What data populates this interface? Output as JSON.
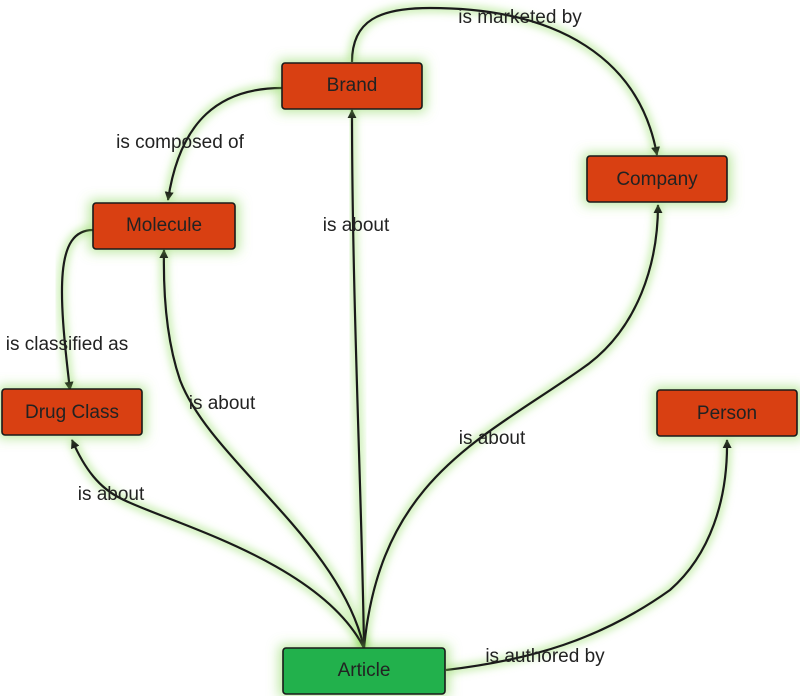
{
  "colors": {
    "node_fill": "#d94012",
    "article_fill": "#22b14c",
    "glow": "#7fd44a",
    "line": "#1a1a1a",
    "text": "#222222"
  },
  "nodes": [
    {
      "id": "brand",
      "label": "Brand"
    },
    {
      "id": "company",
      "label": "Company"
    },
    {
      "id": "molecule",
      "label": "Molecule"
    },
    {
      "id": "drugclass",
      "label": "Drug Class"
    },
    {
      "id": "person",
      "label": "Person"
    },
    {
      "id": "article",
      "label": "Article"
    }
  ],
  "edges": [
    {
      "id": "brand-company",
      "from": "brand",
      "to": "company",
      "label": "is marketed by"
    },
    {
      "id": "brand-molecule",
      "from": "brand",
      "to": "molecule",
      "label": "is composed of"
    },
    {
      "id": "molecule-drugclass",
      "from": "molecule",
      "to": "drugclass",
      "label": "is classified as"
    },
    {
      "id": "article-brand",
      "from": "article",
      "to": "brand",
      "label": "is about"
    },
    {
      "id": "article-molecule",
      "from": "article",
      "to": "molecule",
      "label": "is about"
    },
    {
      "id": "article-drugclass",
      "from": "article",
      "to": "drugclass",
      "label": "is about"
    },
    {
      "id": "article-company",
      "from": "article",
      "to": "company",
      "label": "is about"
    },
    {
      "id": "article-person",
      "from": "article",
      "to": "person",
      "label": "is authored by"
    }
  ]
}
